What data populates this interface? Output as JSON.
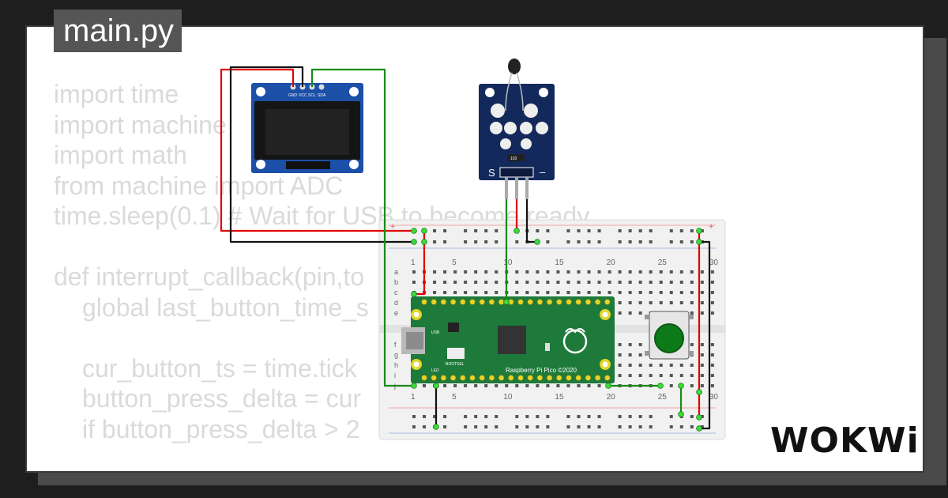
{
  "editor": {
    "filename": "main.py",
    "code_lines": [
      {
        "text": "import time",
        "indent": 0
      },
      {
        "text": "import machine",
        "indent": 0
      },
      {
        "text": "import math",
        "indent": 0
      },
      {
        "text": "from machine import ADC",
        "indent": 0
      },
      {
        "text": "time.sleep(0.1) # Wait for USB to become ready",
        "indent": 0
      },
      {
        "text": "",
        "indent": 0
      },
      {
        "text": "def interrupt_callback(pin,to",
        "indent": 0
      },
      {
        "text": "global last_button_time_s",
        "indent": 1
      },
      {
        "text": "",
        "indent": 0
      },
      {
        "text": "cur_button_ts = time.tick",
        "indent": 1
      },
      {
        "text": "button_press_delta = cur",
        "indent": 1
      },
      {
        "text": "if button_press_delta > 2",
        "indent": 1
      }
    ]
  },
  "oled": {
    "pin_labels": [
      "GND",
      "VCC",
      "SCL",
      "SDA"
    ]
  },
  "sensor": {
    "signal_label": "S",
    "minus_label": "–",
    "resistor_label": "103"
  },
  "breadboard": {
    "column_numbers": [
      "1",
      "5",
      "10",
      "15",
      "20",
      "25",
      "30"
    ],
    "row_letters_top": [
      "a",
      "b",
      "c",
      "d",
      "e"
    ],
    "row_letters_bottom": [
      "f",
      "g",
      "h",
      "i",
      "j"
    ],
    "plus_label": "+"
  },
  "pico": {
    "label_brand": "Raspberry Pi Pico ©2020",
    "label_bootsel": "BOOTSEL",
    "label_usb": "USB",
    "label_led": "LED"
  },
  "logo": {
    "text": "WOKWi"
  },
  "colors": {
    "wire_red": "#e00000",
    "wire_black": "#111111",
    "wire_green": "#1a8a1a",
    "pico_green": "#1e7a3a",
    "oled_blue": "#1c4fa8",
    "sensor_navy": "#13295c",
    "button_green": "#0d7a1a"
  }
}
